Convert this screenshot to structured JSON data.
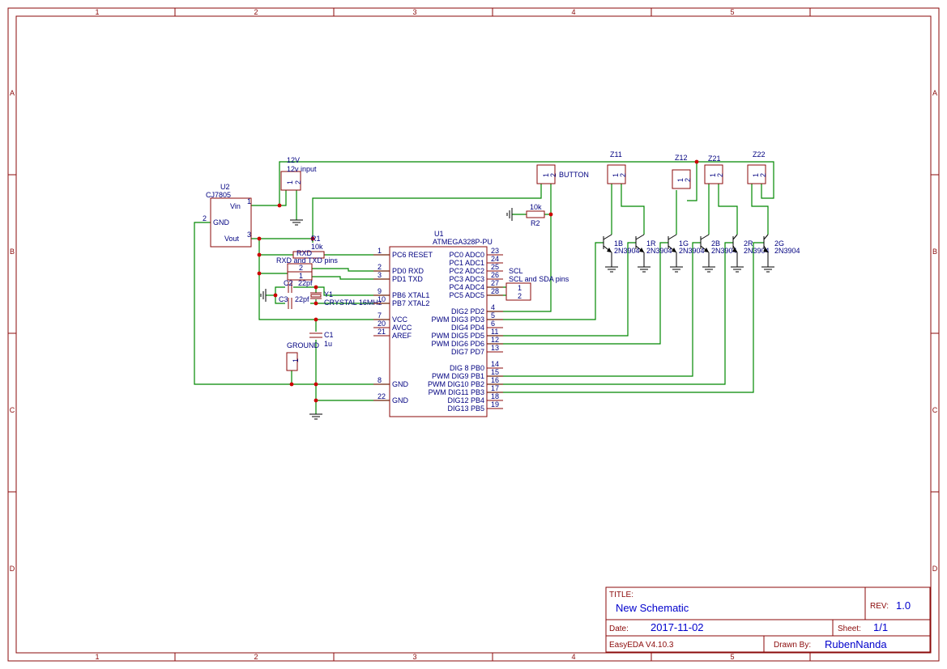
{
  "frame": {
    "columns": [
      "1",
      "2",
      "3",
      "4",
      "5"
    ],
    "rows": [
      "A",
      "B",
      "C",
      "D"
    ]
  },
  "title_block": {
    "title_label": "TITLE:",
    "title_value": "New Schematic",
    "rev_label": "REV:",
    "rev_value": "1.0",
    "date_label": "Date:",
    "date_value": "2017-11-02",
    "sheet_label": "Sheet:",
    "sheet_value": "1/1",
    "tool": "EasyEDA V4.10.3",
    "drawn_label": "Drawn By:",
    "drawn_value": "RubenNanda"
  },
  "regulator": {
    "ref": "U2",
    "part": "CJ7805",
    "pins": [
      {
        "name": "Vin",
        "num": "1"
      },
      {
        "name": "GND",
        "num": "2"
      },
      {
        "name": "Vout",
        "num": "3"
      }
    ]
  },
  "mcu": {
    "ref": "U1",
    "part": "ATMEGA328P-PU",
    "left_pins": [
      {
        "name": "PC6 RESET",
        "num": "1"
      },
      {
        "name": "PD0 RXD",
        "num": "2"
      },
      {
        "name": "PD1 TXD",
        "num": "3"
      },
      {
        "name": "PB6 XTAL1",
        "num": "9"
      },
      {
        "name": "PB7 XTAL2",
        "num": "10"
      },
      {
        "name": "VCC",
        "num": "7"
      },
      {
        "name": "AVCC",
        "num": "20"
      },
      {
        "name": "AREF",
        "num": "21"
      },
      {
        "name": "GND",
        "num": "8"
      },
      {
        "name": "GND",
        "num": "22"
      }
    ],
    "right_pins": [
      {
        "name": "PC0 ADC0",
        "num": "23"
      },
      {
        "name": "PC1 ADC1",
        "num": "24"
      },
      {
        "name": "PC2 ADC2",
        "num": "25"
      },
      {
        "name": "PC3 ADC3",
        "num": "26"
      },
      {
        "name": "PC4 ADC4",
        "num": "27"
      },
      {
        "name": "PC5 ADC5",
        "num": "28"
      },
      {
        "name": "DIG2 PD2",
        "num": "4"
      },
      {
        "name": "PWM DIG3 PD3",
        "num": "5"
      },
      {
        "name": "DIG4 PD4",
        "num": "6"
      },
      {
        "name": "PWM DIG5 PD5",
        "num": "11"
      },
      {
        "name": "PWM DIG6 PD6",
        "num": "12"
      },
      {
        "name": "DIG7 PD7",
        "num": "13"
      },
      {
        "name": "DIG 8 PB0",
        "num": "14"
      },
      {
        "name": "PWM DIG9 PB1",
        "num": "15"
      },
      {
        "name": "PWM DIG10 PB2",
        "num": "16"
      },
      {
        "name": "PWM DIG11 PB3",
        "num": "17"
      },
      {
        "name": "DIG12 PB4",
        "num": "18"
      },
      {
        "name": "DIG13 PB5",
        "num": "19"
      }
    ]
  },
  "labels": {
    "j12v_ref": "12V",
    "j12v_desc": "12v input",
    "r1_ref": "R1",
    "r1_val": "10k",
    "rxd_ref": "RXD",
    "rxd_desc": "RXD and TXD pins",
    "c2_ref": "C2",
    "c2_val": "22pf",
    "c3_ref": "C3",
    "c3_val": "22pf",
    "y1_ref": "Y1",
    "y1_desc": "CRYSTAL 16MHz",
    "c1_ref": "C1",
    "c1_val": "1u",
    "ground": "GROUND",
    "button": "BUTTON",
    "r2_ref": "R2",
    "r2_val": "10k",
    "scl_ref": "SCL",
    "scl_desc": "SCL and SDA pins",
    "pin1": "1",
    "pin2": "2"
  },
  "connectors": [
    "Z11",
    "Z12",
    "Z21",
    "Z22"
  ],
  "transistors": [
    {
      "ref": "1B",
      "part": "2N3904"
    },
    {
      "ref": "1R",
      "part": "2N3904"
    },
    {
      "ref": "1G",
      "part": "2N3904"
    },
    {
      "ref": "2B",
      "part": "2N3904"
    },
    {
      "ref": "2R",
      "part": "2N3904"
    },
    {
      "ref": "2G",
      "part": "2N3904"
    }
  ]
}
